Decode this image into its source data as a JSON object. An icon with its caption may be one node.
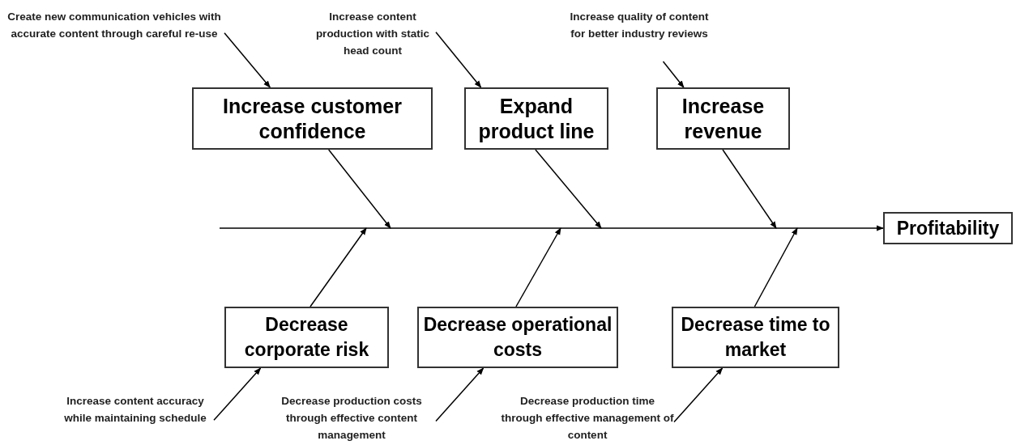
{
  "diagram": {
    "nodes": [
      {
        "text": [
          "Create new communication vehicles with accurate content through careful re-use"
        ]
      },
      {
        "text": [
          "Increase customer confidence"
        ]
      },
      {
        "text": [
          "Increase content production with static head count"
        ]
      },
      {
        "text": [
          "Expand product line"
        ]
      },
      {
        "text": [
          "Increase quality of content for better industry reviews"
        ]
      },
      {
        "text": [
          "Increase revenue"
        ]
      },
      {
        "text": [
          "Profitability"
        ]
      },
      {
        "text": [
          "Decrease corporate risk"
        ]
      },
      {
        "text": [
          "Increase content accuracy while maintaining schedule"
        ]
      },
      {
        "text": [
          "Decrease operational costs"
        ]
      },
      {
        "text": [
          "Decrease production costs through effective content management"
        ]
      },
      {
        "text": [
          "Decrease time to market"
        ]
      },
      {
        "text": [
          "Decrease production time through effective management of content"
        ]
      }
    ],
    "edges": [
      {
        "from": 0,
        "to": 1,
        "arrow": "to"
      },
      {
        "from": 1,
        "to": null,
        "arrow": "to"
      },
      {
        "from": 2,
        "to": 3,
        "arrow": "to"
      },
      {
        "from": 3,
        "to": null,
        "arrow": "to"
      },
      {
        "from": 4,
        "to": 5,
        "arrow": "to"
      },
      {
        "from": 5,
        "to": null,
        "arrow": "to"
      },
      {
        "from": null,
        "to": 6,
        "arrow": "to"
      },
      {
        "from": 7,
        "to": null,
        "arrow": "to"
      },
      {
        "from": 8,
        "to": 7,
        "arrow": "to"
      },
      {
        "from": 9,
        "to": null,
        "arrow": "to"
      },
      {
        "from": 10,
        "to": 9,
        "arrow": "to"
      },
      {
        "from": 11,
        "to": null,
        "arrow": "to"
      },
      {
        "from": 12,
        "to": 11,
        "arrow": "to"
      }
    ]
  }
}
